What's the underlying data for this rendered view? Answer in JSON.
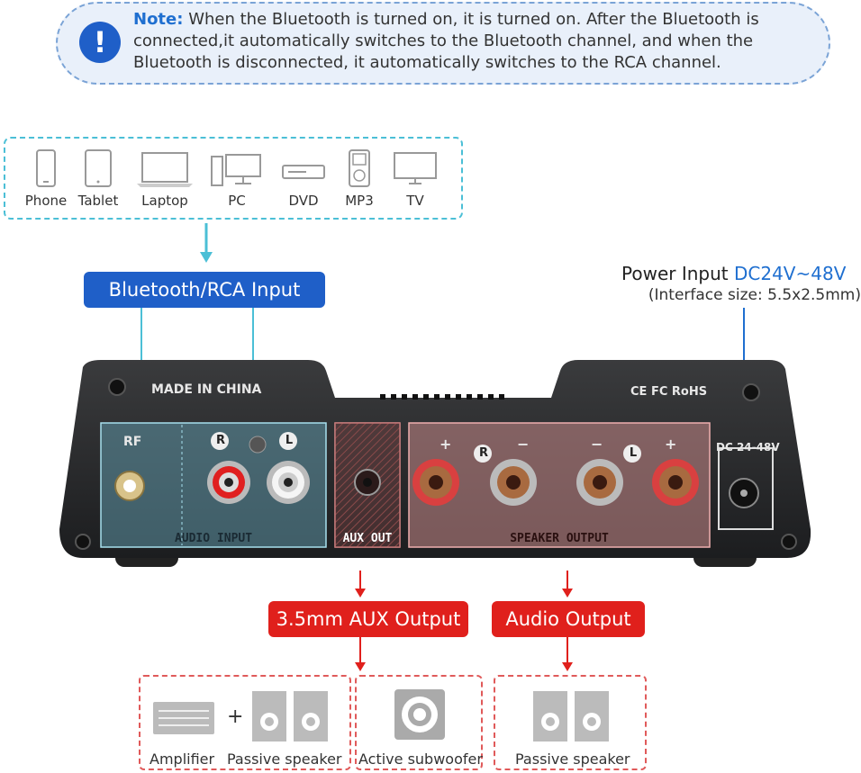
{
  "note": {
    "icon": "exclamation-icon",
    "label": "Note:",
    "text": "When the Bluetooth is turned on, it is turned on. After the Bluetooth is connected,it automatically switches to the Bluetooth channel, and when the Bluetooth is disconnected, it automatically switches to the RCA channel."
  },
  "devices": [
    {
      "label": "Phone",
      "icon": "phone-icon"
    },
    {
      "label": "Tablet",
      "icon": "tablet-icon"
    },
    {
      "label": "Laptop",
      "icon": "laptop-icon"
    },
    {
      "label": "PC",
      "icon": "pc-icon"
    },
    {
      "label": "DVD",
      "icon": "dvd-icon"
    },
    {
      "label": "MP3",
      "icon": "mp3-icon"
    },
    {
      "label": "TV",
      "icon": "tv-icon"
    }
  ],
  "input_label": "Bluetooth/RCA Input",
  "power": {
    "title": "Power Input",
    "value": "DC24V~48V",
    "interface": "(Interface size: 5.5x2.5mm)"
  },
  "panel": {
    "made_in": "MADE IN CHINA",
    "certs": "CE FC RoHS",
    "rf": "RF",
    "r": "R",
    "l": "L",
    "audio_input": "AUDIO INPUT",
    "aux_out": "AUX OUT",
    "speaker_output": "SPEAKER OUTPUT",
    "plus": "+",
    "minus": "−",
    "dc": "DC 24-48V"
  },
  "outputs": {
    "aux_label": "3.5mm AUX Output",
    "audio_label": "Audio Output",
    "plus_sign": "+",
    "amplifier": "Amplifier",
    "passive_speaker_1": "Passive speaker",
    "active_sub": "Active subwoofer",
    "passive_speaker_2": "Passive speaker"
  },
  "colors": {
    "brand_blue": "#1f5fc8",
    "accent_cyan": "#4bbfd6",
    "accent_red": "#e0201c"
  }
}
